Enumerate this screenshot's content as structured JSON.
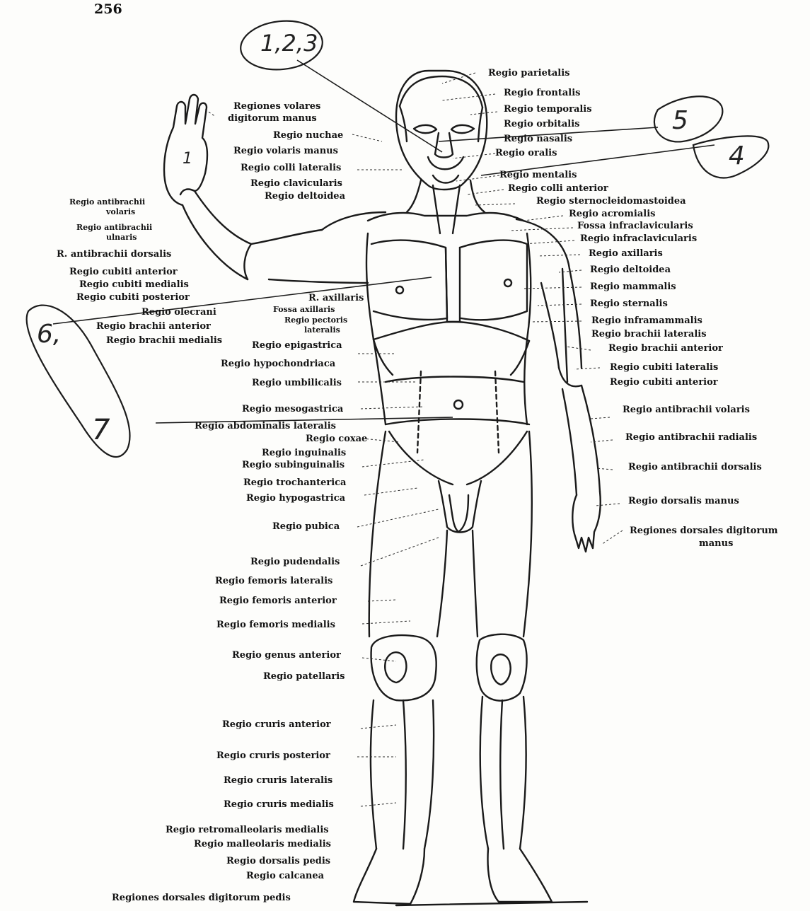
{
  "page_number": "256",
  "handwritten_notes": {
    "n123": "1,2,3",
    "n5": "5",
    "n4": "4",
    "n6": "6,",
    "n7": "7",
    "n1": "1"
  },
  "colors": {
    "ink": "#141414",
    "paper": "#fdfdfb"
  },
  "labels_right": [
    "Regio parietalis",
    "Regio frontalis",
    "Regio temporalis",
    "Regio orbitalis",
    "Regio nasalis",
    "Regio oralis",
    "Regio mentalis",
    "Regio colli anterior",
    "Regio sternocleidomastoidea",
    "Regio acromialis",
    "Fossa infraclavicularis",
    "Regio infraclavicularis",
    "Regio axillaris",
    "Regio deltoidea",
    "Regio mammalis",
    "Regio sternalis",
    "Regio inframammalis",
    "Regio brachii lateralis",
    "Regio brachii anterior",
    "Regio cubiti lateralis",
    "Regio cubiti anterior",
    "Regio antibrachii volaris",
    "Regio antibrachii radialis",
    "Regio antibrachii dorsalis",
    "Regio dorsalis manus",
    "Regiones dorsales digitorum",
    "manus"
  ],
  "labels_left_upper": [
    "Regiones volares",
    "digitorum manus",
    "Regio nuchae",
    "Regio volaris manus",
    "Regio colli lateralis",
    "Regio clavicularis",
    "Regio deltoidea",
    "Regio antibrachii",
    "volaris",
    "Regio antibrachii",
    "ulnaris",
    "R. antibrachii dorsalis",
    "Regio cubiti anterior",
    "Regio cubiti medialis",
    "Regio cubiti posterior",
    "Regio olecrani",
    "Regio brachii anterior",
    "Regio brachii medialis",
    "R. axillaris",
    "Fossa axillaris",
    "Regio pectoris",
    "lateralis"
  ],
  "labels_left_center": [
    "Regio epigastrica",
    "Regio hypochondriaca",
    "Regio umbilicalis",
    "Regio mesogastrica",
    "Regio abdominalis lateralis",
    "Regio coxae",
    "Regio inguinalis",
    "Regio subinguinalis",
    "Regio trochanterica",
    "Regio hypogastrica",
    "Regio pubica",
    "Regio pudendalis",
    "Regio femoris lateralis",
    "Regio femoris anterior",
    "Regio femoris medialis",
    "Regio genus anterior",
    "Regio patellaris",
    "Regio cruris anterior",
    "Regio cruris posterior",
    "Regio cruris lateralis",
    "Regio cruris medialis",
    "Regio retromalleolaris medialis",
    "Regio malleolaris medialis",
    "Regio dorsalis pedis",
    "Regio calcanea",
    "Regiones dorsales digitorum pedis"
  ]
}
